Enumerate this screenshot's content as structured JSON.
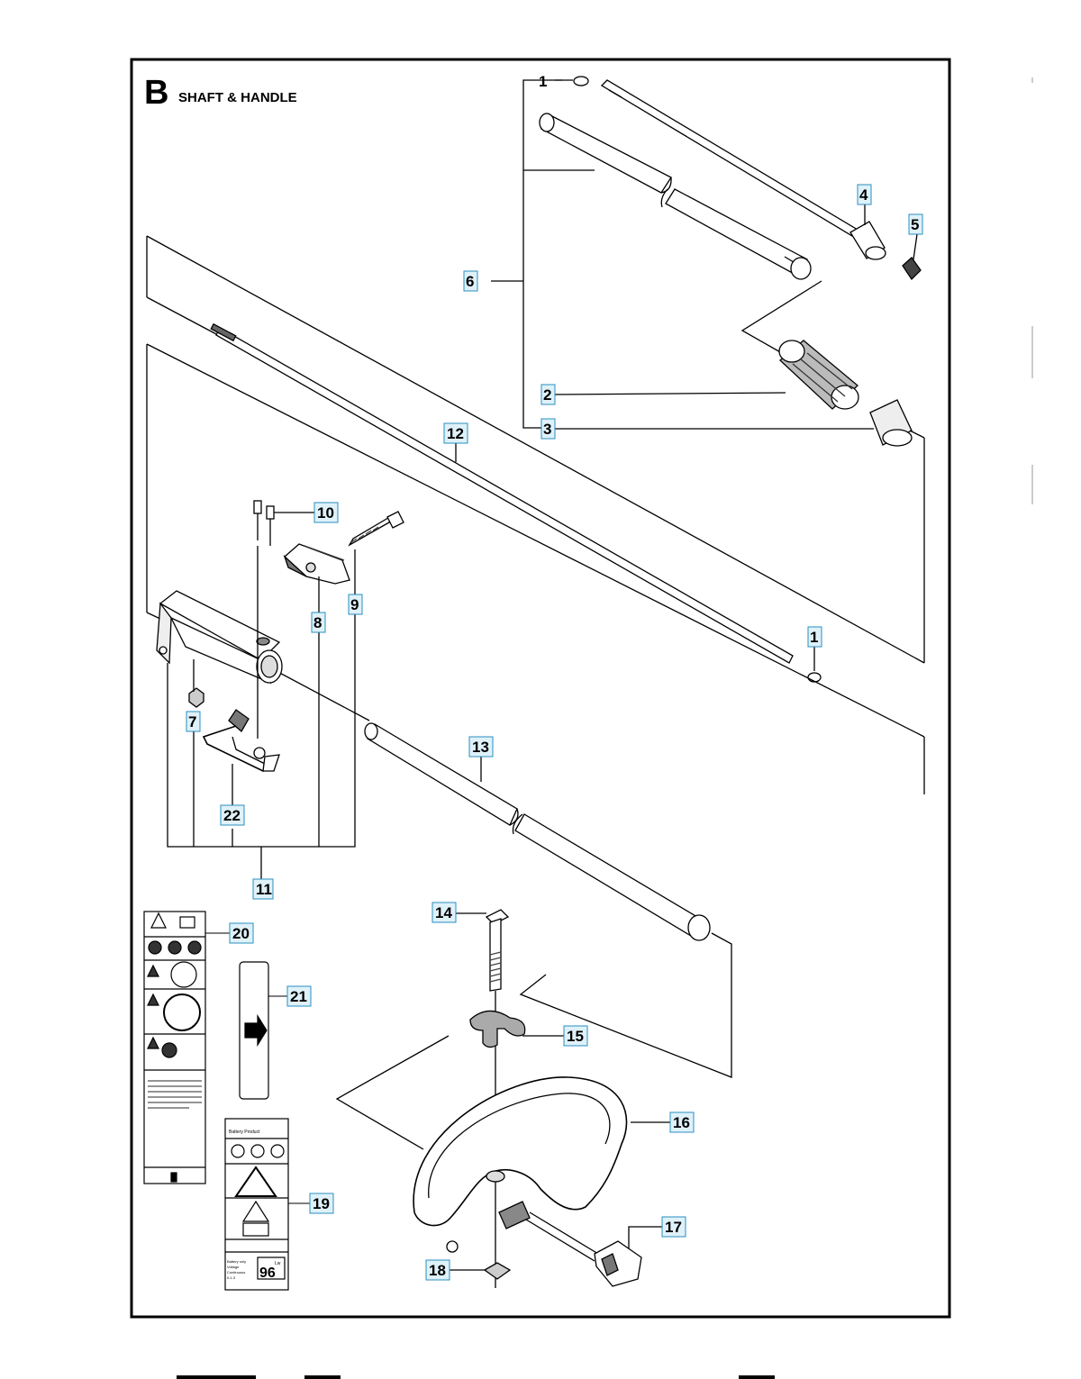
{
  "header": {
    "section_letter": "B",
    "section_title": "SHAFT & HANDLE"
  },
  "callouts": {
    "c1_top": "1",
    "c1_bottom": "1",
    "c2": "2",
    "c3": "3",
    "c4": "4",
    "c5": "5",
    "c6": "6",
    "c7": "7",
    "c8": "8",
    "c9": "9",
    "c10": "10",
    "c11": "11",
    "c12": "12",
    "c13": "13",
    "c14": "14",
    "c15": "15",
    "c16": "16",
    "c17": "17",
    "c18": "18",
    "c19": "19",
    "c20": "20",
    "c21": "21",
    "c22": "22"
  },
  "decals": {
    "decal19": {
      "header": "Battery Product",
      "badge": "96",
      "badge_unit": "Lw",
      "footer_lines": [
        "Battery only",
        "Voltage",
        "Continuous",
        "0-1.3"
      ]
    }
  },
  "colors": {
    "line": "#000000",
    "callout_box_fill": "#dff1f9",
    "callout_box_stroke": "#2a8fc0",
    "part_fill": "#ffffff",
    "part_shade": "#d9d9d9"
  }
}
